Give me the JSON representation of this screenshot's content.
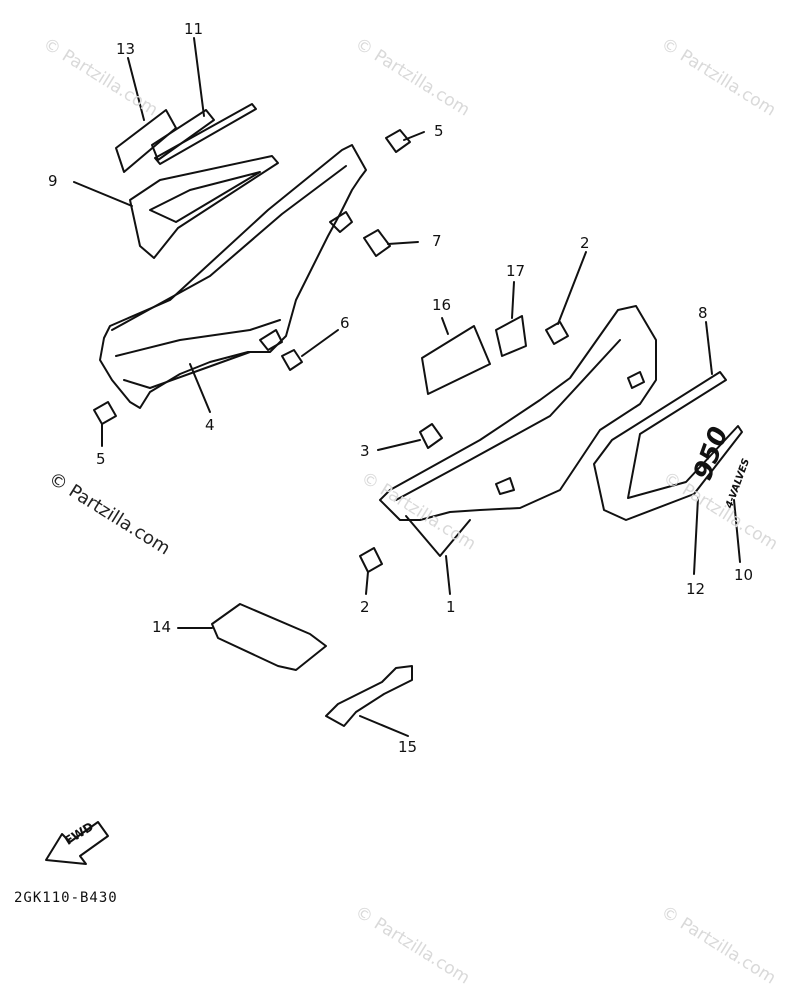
{
  "watermark": {
    "text": "© Partzilla.com"
  },
  "callouts": {
    "c1": "1",
    "c2a": "2",
    "c2b": "2",
    "c3": "3",
    "c4": "4",
    "c5a": "5",
    "c5b": "5",
    "c6": "6",
    "c7": "7",
    "c8": "8",
    "c9": "9",
    "c10": "10",
    "c11": "11",
    "c12": "12",
    "c13": "13",
    "c14": "14",
    "c15": "15",
    "c16": "16",
    "c17": "17"
  },
  "decal": {
    "model": "950",
    "valves": "4-VALVES"
  },
  "fwd_indicator": {
    "label": "FWD"
  },
  "reference_code": "2GK110-B430",
  "colors": {
    "line": "#111111",
    "watermark": "#d9d9d9"
  }
}
